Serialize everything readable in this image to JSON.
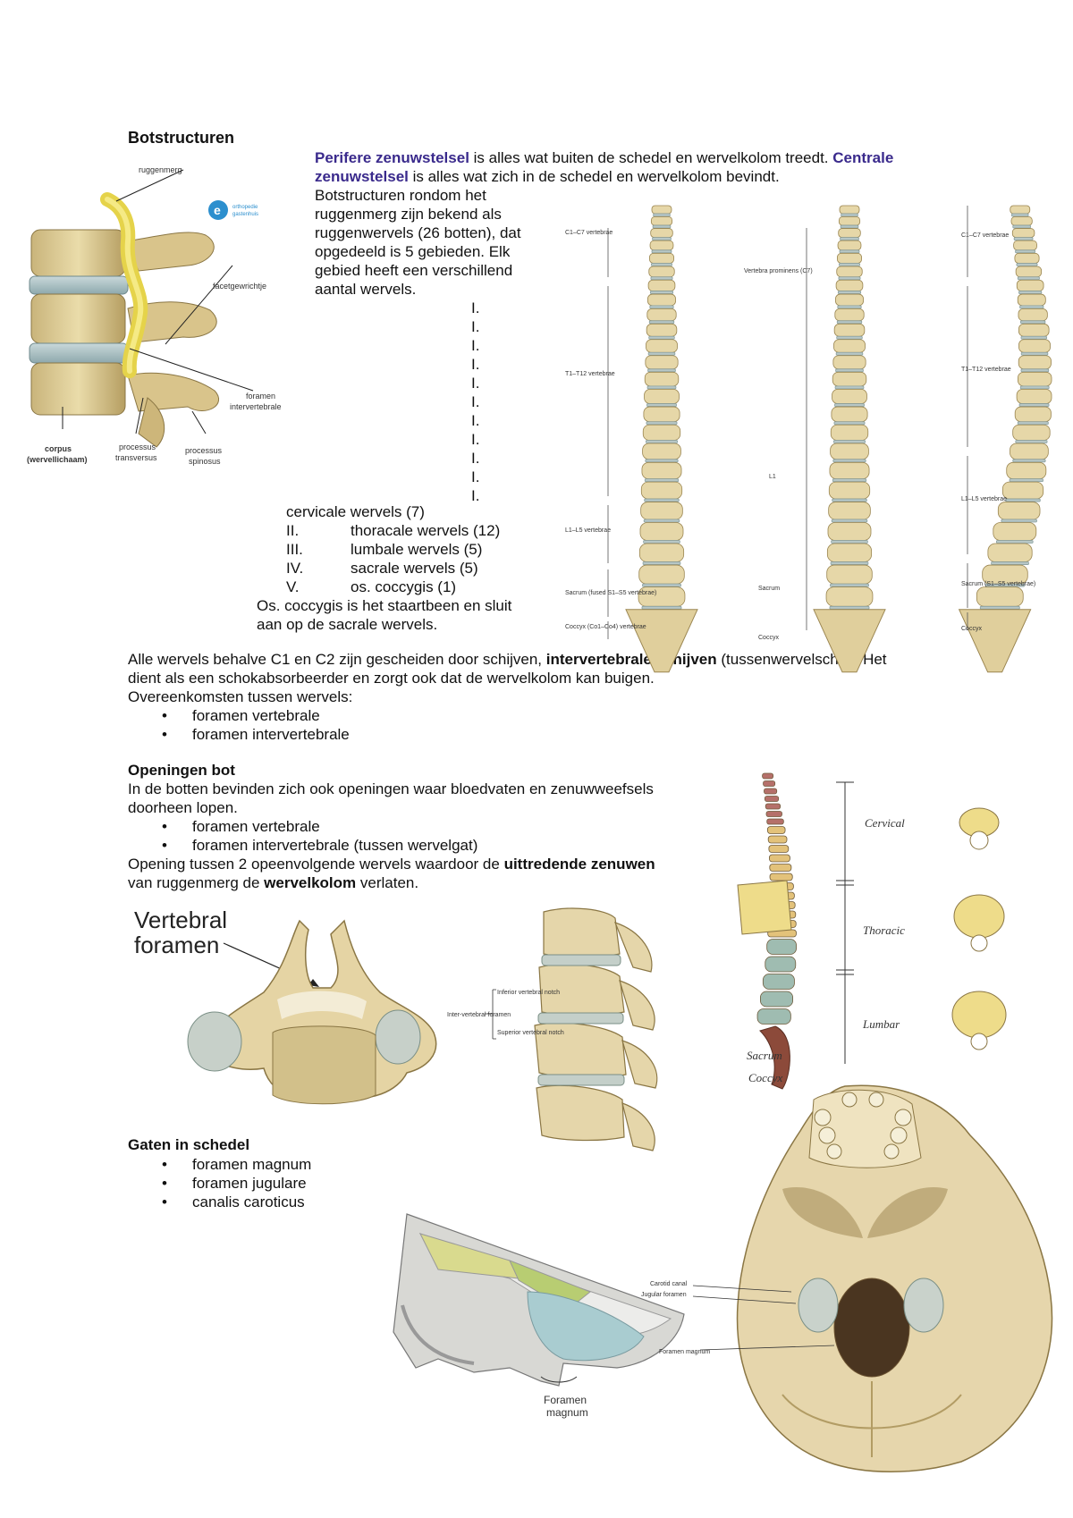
{
  "section1": {
    "heading": "Botstructuren",
    "intro": {
      "p1_bold": "Perifere zenuwstelsel",
      "p1_rest": " is alles wat buiten de schedel en wervelkolom treedt. ",
      "p2_bold": "Centrale",
      "line2_bold": "zenuwstelsel",
      "line2_rest": " is alles wat zich in de schedel en wervelkolom bevindt."
    },
    "body_lines": [
      "Botstructuren rondom het",
      "ruggenmerg zijn bekend als",
      "ruggenwervels (26 botten), dat",
      "opgedeeld is 5 gebieden. Elk",
      "gebied heeft een verschillend",
      "aantal wervels."
    ],
    "numerals_stack": [
      "I.",
      "I.",
      "I.",
      "I.",
      "I.",
      "I.",
      "I.",
      "I.",
      "I.",
      "I.",
      "I."
    ],
    "regions": [
      {
        "num": "",
        "text": "cervicale wervels (7)"
      },
      {
        "num": "II.",
        "text": "thoracale wervels (12)"
      },
      {
        "num": "III.",
        "text": "lumbale wervels (5)"
      },
      {
        "num": "IV.",
        "text": "sacrale wervels (5)"
      },
      {
        "num": "V.",
        "text": "os. coccygis (1)"
      }
    ],
    "coccyx_note": [
      "Os. coccygis is het staartbeen en sluit",
      "aan op de sacrale wervels."
    ],
    "schijven": {
      "line1_pre": "Alle wervels behalve C1 en C2 zijn gescheiden door schijven, ",
      "line1_bold": "intervertebrale schijven",
      "line1_post": " (tussenwervelschijf). Het",
      "line2": "dient als een schokabsorbeerder en zorgt ook dat de wervelkolom kan buigen.",
      "line3": "Overeenkomsten tussen wervels:"
    },
    "bullets": [
      "foramen vertebrale",
      "foramen intervertebrale"
    ]
  },
  "figure_vertebra": {
    "labels": {
      "ruggenmerg": "ruggenmerg",
      "facet": "facetgewrichtje",
      "foramen": "foramen",
      "interv": "intervertebrale",
      "corpus": "corpus",
      "wervellichaam": "(wervellichaam)",
      "proc_t1": "processus",
      "proc_t2": "transversus",
      "proc_s1": "processus",
      "proc_s2": "spinosus"
    },
    "logo_line1": "orthopedie",
    "logo_line2": "gastenhuis"
  },
  "figure_spines": {
    "front_labels": [
      "C1–C7 vertebrae",
      "T1–T12 vertebrae",
      "L1–L5 vertebrae",
      "Sacrum (fused S1–S5 vertebrae)",
      "Coccyx (Co1–Co4) vertebrae"
    ],
    "back_labels": [
      "Vertebra prominens (C7)",
      "L1",
      "Sacrum",
      "Coccyx"
    ],
    "side_labels": [
      "C1–C7 vertebrae",
      "T1–T12 vertebrae",
      "L1–L5 vertebrae",
      "Sacrum (S1–S5 vertebrae)",
      "Coccyx"
    ]
  },
  "section2": {
    "heading": "Openingen bot",
    "lines": [
      "In de botten bevinden zich ook openingen waar bloedvaten en zenuwweefsels",
      "doorheen lopen."
    ],
    "bullets": [
      "foramen vertebrale",
      "foramen intervertebrale (tussen wervelgat)"
    ],
    "opening_pre": "Opening tussen 2 opeenvolgende wervels waardoor de ",
    "opening_bold": "uittredende zenuwen",
    "line_b_pre": "van ruggenmerg de ",
    "line_b_bold": "wervelkolom",
    "line_b_post": " verlaten."
  },
  "figure_foramen": {
    "title1": "Vertebral",
    "title2": "foramen",
    "notch": [
      "Inferior vertebral notch",
      "Inter-vertebral foramen",
      "Superior vertebral notch"
    ]
  },
  "figure_regions": {
    "regions": [
      "Cervical",
      "Thoracic",
      "Lumbar",
      "Sacrum",
      "Coccyx"
    ],
    "colors": {
      "cervical": "#b5706a",
      "thoracic": "#e3c27a",
      "lumbar": "#9fbcb1",
      "sacrum": "#8c4a3a"
    }
  },
  "section3": {
    "heading": "Gaten in schedel",
    "bullets": [
      "foramen magnum",
      "foramen jugulare",
      "canalis caroticus"
    ]
  },
  "figure_skull": {
    "foramen_label": [
      "Foramen",
      "magnum"
    ],
    "base_labels": [
      "Carotid canal",
      "Jugular foramen",
      "Foramen magnum"
    ]
  }
}
